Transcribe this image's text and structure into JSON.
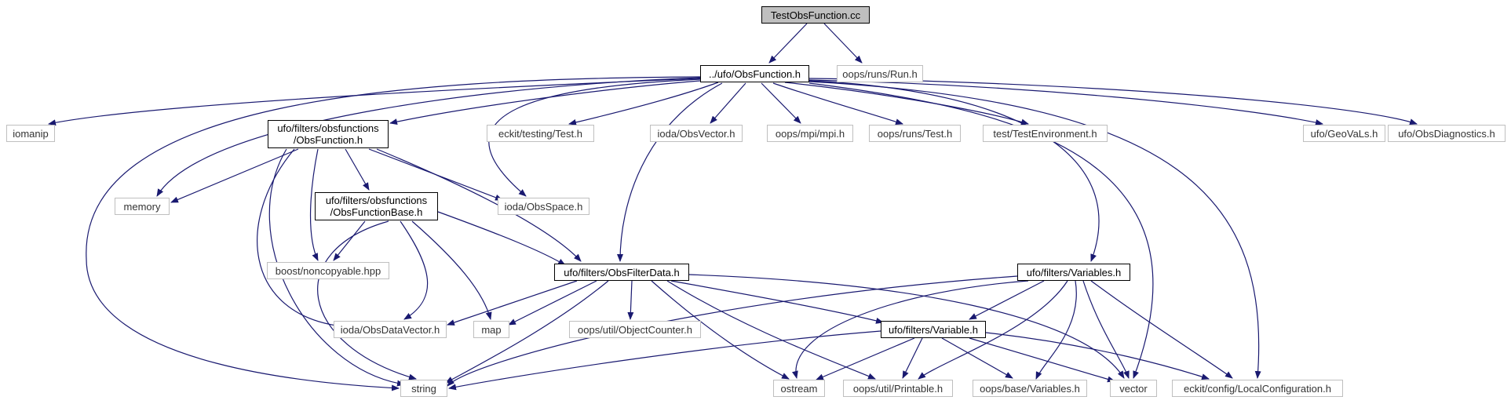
{
  "diagram": {
    "nodes": {
      "test_obs_function_cc": "TestObsFunction.cc",
      "ufo_obs_function_h": "../ufo/ObsFunction.h",
      "oops_runs_run_h": "oops/runs/Run.h",
      "iomanip": "iomanip",
      "obsfunctions_obs_function_h": "ufo/filters/obsfunctions\n/ObsFunction.h",
      "eckit_testing_test_h": "eckit/testing/Test.h",
      "ioda_obs_vector_h": "ioda/ObsVector.h",
      "oops_mpi_mpi_h": "oops/mpi/mpi.h",
      "oops_runs_test_h": "oops/runs/Test.h",
      "test_test_environment_h": "test/TestEnvironment.h",
      "ufo_geovals_h": "ufo/GeoVaLs.h",
      "ufo_obs_diagnostics_h": "ufo/ObsDiagnostics.h",
      "memory": "memory",
      "obsfunctions_obs_function_base_h": "ufo/filters/obsfunctions\n/ObsFunctionBase.h",
      "ioda_obs_space_h": "ioda/ObsSpace.h",
      "boost_noncopyable_hpp": "boost/noncopyable.hpp",
      "ufo_filters_obs_filter_data_h": "ufo/filters/ObsFilterData.h",
      "ufo_filters_variables_h": "ufo/filters/Variables.h",
      "ioda_obs_data_vector_h": "ioda/ObsDataVector.h",
      "map": "map",
      "oops_util_object_counter_h": "oops/util/ObjectCounter.h",
      "ufo_filters_variable_h": "ufo/filters/Variable.h",
      "string": "string",
      "ostream": "ostream",
      "oops_util_printable_h": "oops/util/Printable.h",
      "oops_base_variables_h": "oops/base/Variables.h",
      "vector": "vector",
      "eckit_config_local_configuration_h": "eckit/config/LocalConfiguration.h"
    },
    "colors": {
      "edge": "#191970",
      "gray_border": "#bfbfbf",
      "root_fill": "#bfbfbf"
    }
  }
}
